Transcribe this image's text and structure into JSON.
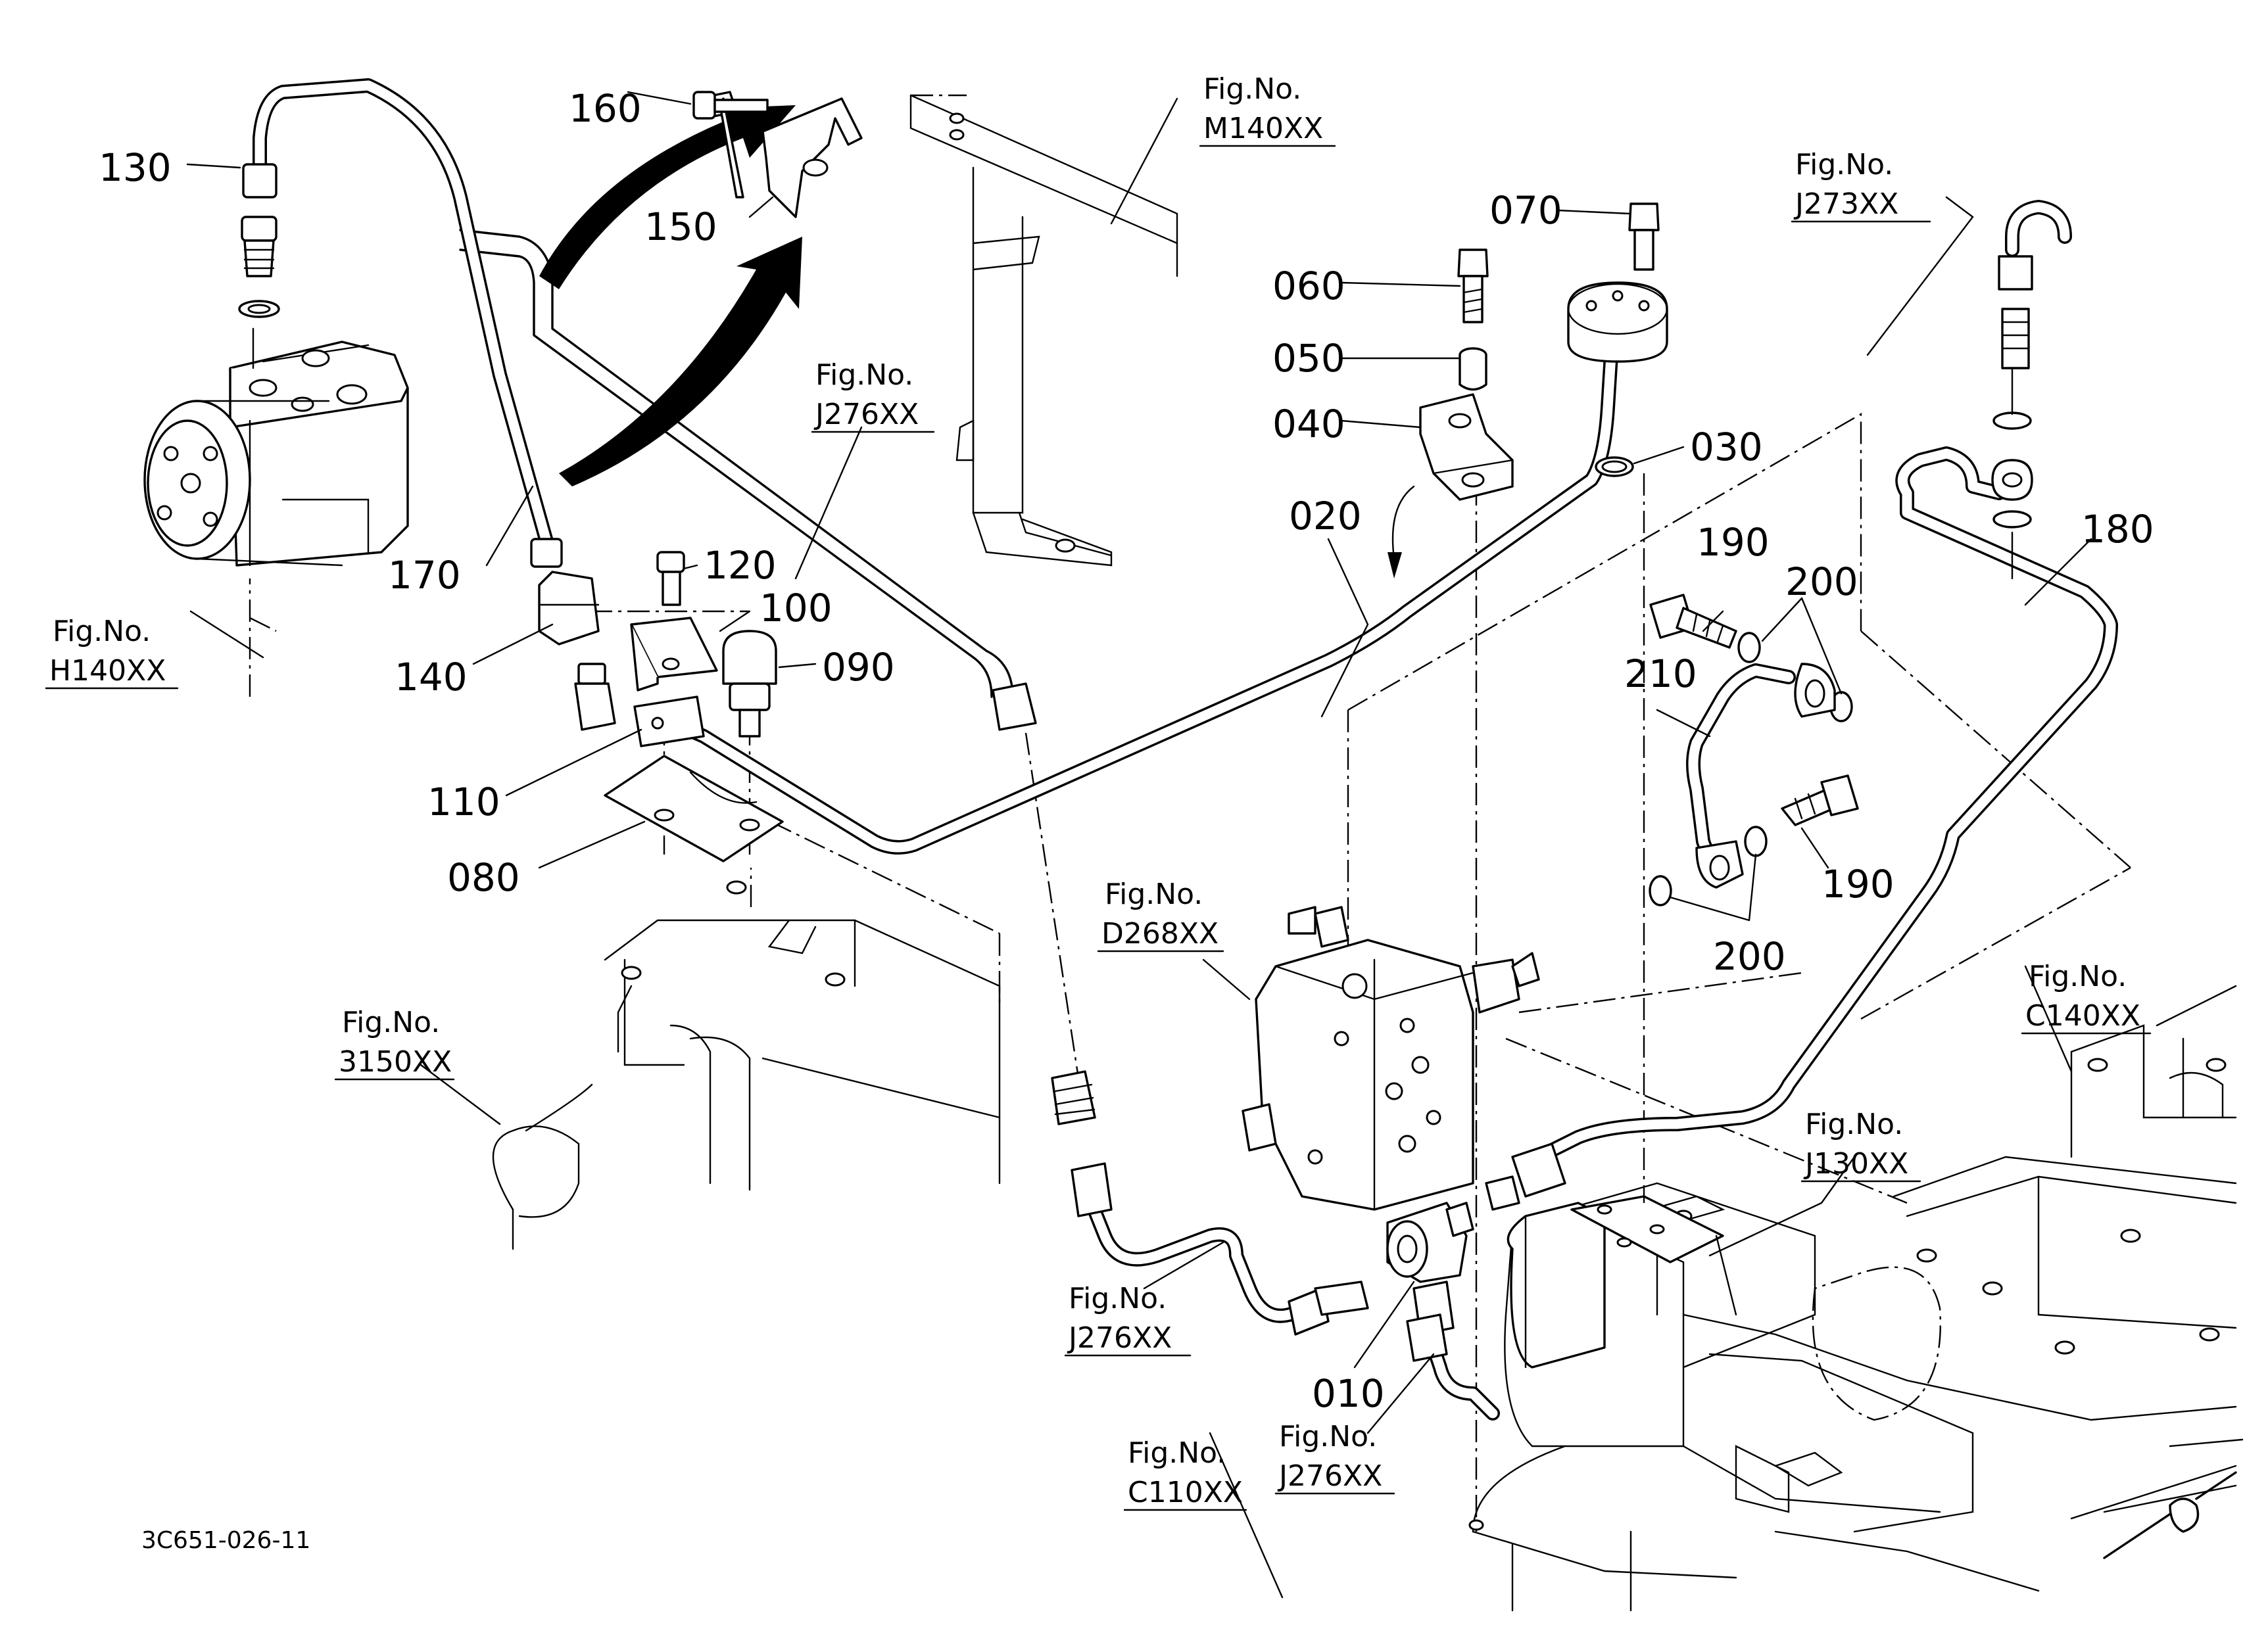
{
  "diagram_code": "3C651-026-11",
  "part_numbers": {
    "p010": "010",
    "p020": "020",
    "p030": "030",
    "p040": "040",
    "p050": "050",
    "p060": "060",
    "p070": "070",
    "p080": "080",
    "p090": "090",
    "p100": "100",
    "p110": "110",
    "p120": "120",
    "p130": "130",
    "p140": "140",
    "p150": "150",
    "p160": "160",
    "p170": "170",
    "p180": "180",
    "p190a": "190",
    "p190b": "190",
    "p200a": "200",
    "p200b": "200",
    "p210": "210"
  },
  "figure_refs": {
    "fig_label": "Fig.No.",
    "m140": "M140XX",
    "j273": "J273XX",
    "j276_top": "J276XX",
    "h140": "H140XX",
    "d268": "D268XX",
    "c140": "C140XX",
    "j130": "J130XX",
    "s3150": "3150XX",
    "j276_bottom_left": "J276XX",
    "j276_bottom_right": "J276XX",
    "c110": "C110XX"
  },
  "colors": {
    "ink": "#000000",
    "paper": "#ffffff"
  }
}
